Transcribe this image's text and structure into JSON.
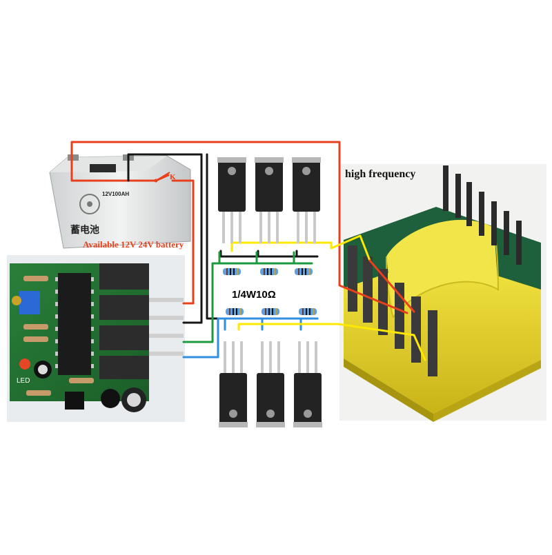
{
  "labels": {
    "battery_caption": "Available 12V 24V battery",
    "switch": "K",
    "resistor_spec": "1/4W10Ω",
    "transformer": "high frequency",
    "battery_rating": "12V100AH",
    "battery_brand": "蓄电池",
    "led": "LED"
  },
  "colors": {
    "positive_wire": "#e8401c",
    "negative_wire": "#151515",
    "gate_wire_green": "#1a9a3c",
    "gate_wire_blue": "#2f8fe0",
    "secondary_wire": "#ffe800",
    "caption_text": "#e8401c",
    "pcb_green": "#1f6e2f",
    "core_yellow": "#e0cc2a"
  },
  "icons": [
    "battery-icon",
    "switch-icon",
    "mosfet-icon",
    "resistor-icon",
    "transformer-icon",
    "pcb-module-icon"
  ]
}
